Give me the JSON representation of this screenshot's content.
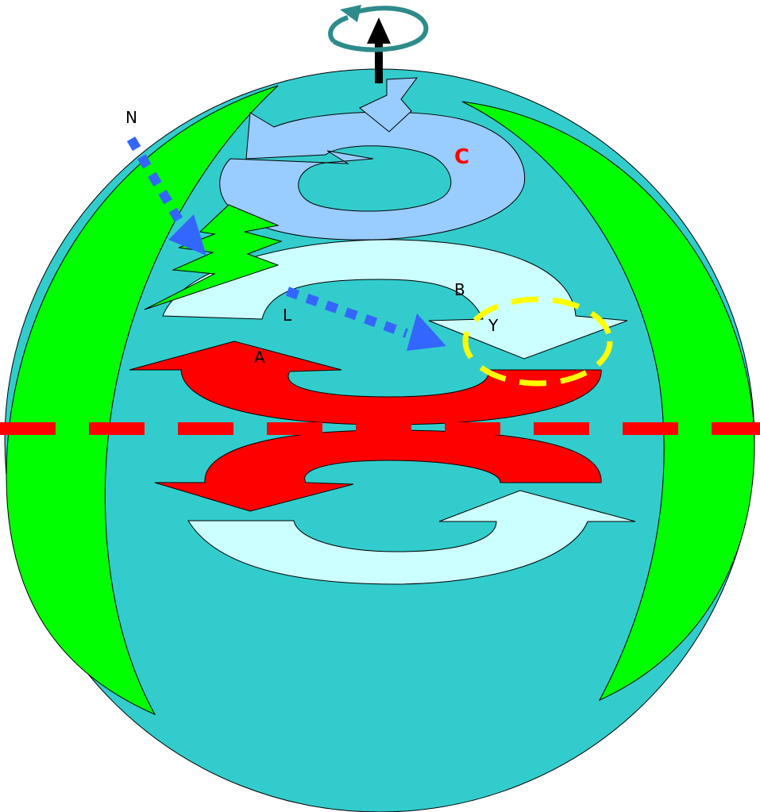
{
  "labels": {
    "n": "N",
    "c": "C",
    "b": "B",
    "l": "L",
    "y": "Y",
    "a": "A"
  },
  "colors": {
    "earth": "#33CCCC",
    "land": "#00FF00",
    "polar_cell": "#99CCFF",
    "ferrel_cell": "#CCFFFF",
    "hadley_cell": "#FF0000",
    "equator": "#FF0000",
    "wind_path": "#3366FF",
    "highlight": "#FFFF00",
    "rotation": "#2E8B8B",
    "label_c": "#FF0000"
  },
  "icons": {
    "rotation": "circular-arrow-icon",
    "axis": "up-arrow-icon",
    "lightning": "lightning-bolt-icon"
  }
}
